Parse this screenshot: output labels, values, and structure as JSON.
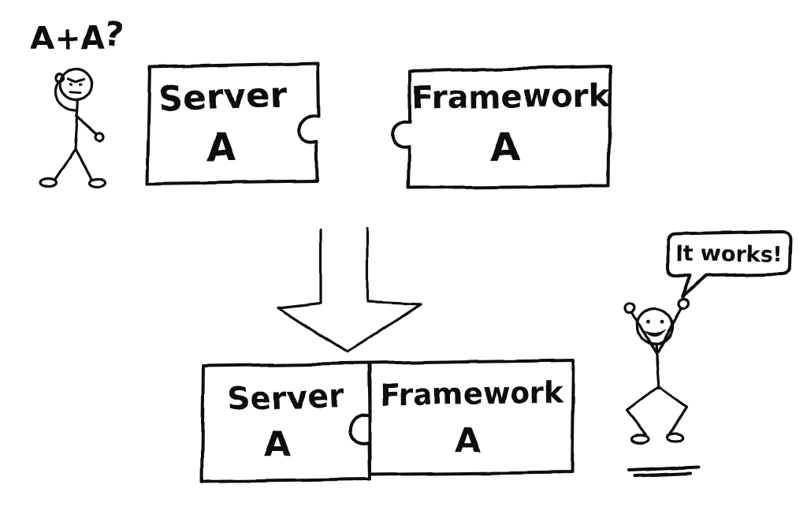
{
  "background": "#ffffff",
  "ink_color": "#111111",
  "question": {
    "text": "A+A",
    "mark": "?"
  },
  "top_row": {
    "server_piece": {
      "title": "Server",
      "variant": "A"
    },
    "framework_piece": {
      "title": "Framework",
      "variant": "A"
    }
  },
  "bottom_row": {
    "server_piece": {
      "title": "Server",
      "variant": "A"
    },
    "framework_piece": {
      "title": "Framework",
      "variant": "A"
    }
  },
  "celebration": {
    "speech_bubble": "It works!"
  }
}
